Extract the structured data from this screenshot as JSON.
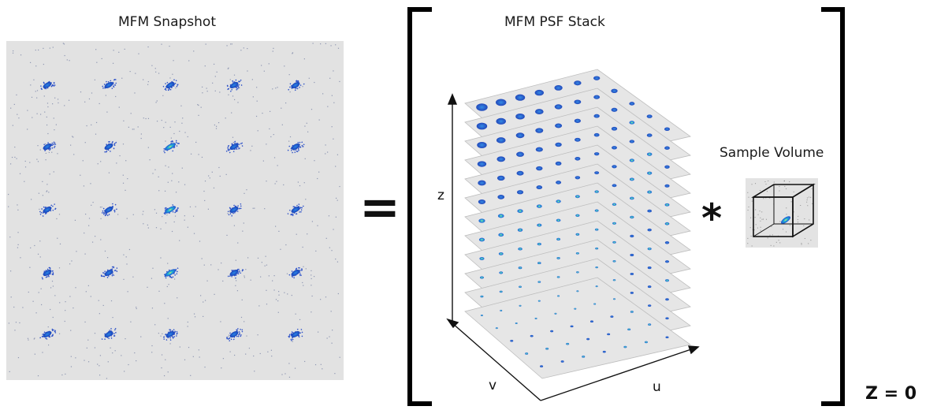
{
  "snapshot": {
    "title": "MFM Snapshot",
    "rows": 5,
    "cols": 5
  },
  "equals_sign": "=",
  "psf_stack": {
    "title": "MFM PSF Stack",
    "axis_z": "z",
    "axis_v": "v",
    "axis_u": "u",
    "layers": 12
  },
  "convolution_symbol": "*",
  "sample_volume": {
    "title": "Sample Volume"
  },
  "z_label": "Z = 0",
  "colors": {
    "background_panel": "#e2e2e2",
    "spot_blue": "#1f5bd6",
    "spot_cyan": "#20b8d8",
    "spot_yellow": "#e6e84a",
    "bracket": "#000000"
  }
}
